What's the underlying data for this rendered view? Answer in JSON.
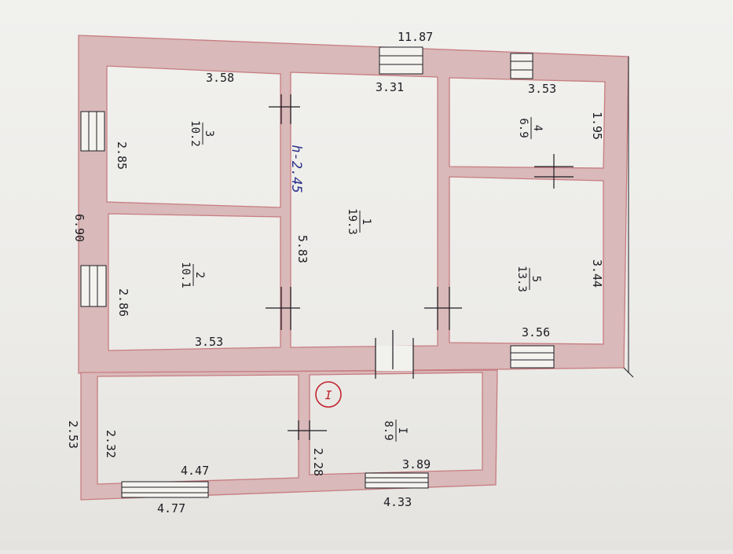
{
  "plan": {
    "dimensions": {
      "overall_width": "11.87",
      "overall_depth": "6.90",
      "annex_depth": "2.53",
      "room3_length": "3.58",
      "room3_width": "2.85",
      "room2_length": "3.53",
      "room2_width": "2.86",
      "room1_length": "3.31",
      "room1_width": "5.83",
      "room4_length": "3.53",
      "room4_width": "1.95",
      "room5_length": "3.56",
      "room5_width": "3.44",
      "annex_left_inner_length": "4.47",
      "annex_left_outer_length": "4.77",
      "annex_left_width": "2.32",
      "annex_right_inner_length": "3.89",
      "annex_right_outer_length": "4.33",
      "annex_right_width": "2.28"
    },
    "ceiling_height": "h-2.45",
    "annex_letter": "I",
    "rooms": [
      {
        "number": "1",
        "area": "19.3"
      },
      {
        "number": "2",
        "area": "10.1"
      },
      {
        "number": "3",
        "area": "10.2"
      },
      {
        "number": "4",
        "area": "6.9"
      },
      {
        "number": "5",
        "area": "13.3"
      },
      {
        "number": "I",
        "area": "8.9"
      }
    ],
    "colors": {
      "wall_fill": "#d9b9b9",
      "wall_line": "#c77c80",
      "ink": "#1c1c22",
      "blue_ink": "#2a2f8a",
      "red_ink": "#c0202a"
    }
  }
}
